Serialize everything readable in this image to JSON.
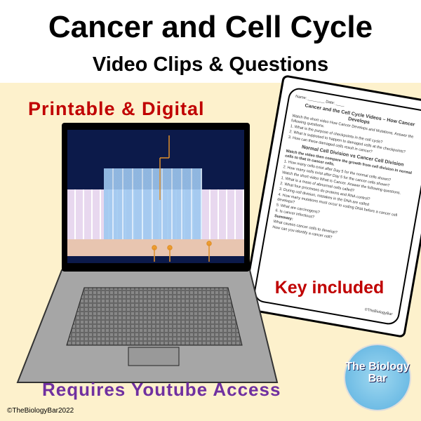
{
  "title": "Cancer and Cell Cycle",
  "subtitle": "Video Clips & Questions",
  "formats": "Printable & Digital",
  "worksheet": {
    "name_label": "Name:",
    "date_label": "Date:",
    "heading": "Cancer and the Cell Cycle Videos – How Cancer Develops",
    "intro": "Watch the short video How Cancer Develops and Mutations. Answer the following questions.",
    "q1": [
      "1. What is the purpose of checkpoints in the cell cycle?",
      "2. What is supposed to happen to damaged cells at the checkpoints?",
      "3. How can these damaged cells result in cancer?"
    ],
    "heading2": "Normal Cell Division vs Cancer Cell Division",
    "intro2": "Watch the video then compare the growth from cell division in normal cells to that in cancer cells.",
    "q2": [
      "1. How many cells exist after Day 5 for the normal cells shown?",
      "2. How many cells exist after Day 5 for the cancer cells shown?"
    ],
    "intro3": "Watch the short video What is Cancer. Answer the following questions.",
    "q3": [
      "1. What is a mass of abnormal cells called?",
      "2. What four processes do proteins and RNA control?",
      "3. During cell division, mistakes in the DNA are called",
      "4. How many mutations must occur to coding DNA before a cancer cell develops?",
      "5. What are carcinogens?",
      "6. Is cancer infectious?"
    ],
    "summary": "Summary:",
    "q4": [
      "What causes cancer cells to develop?",
      "How can you identify a cancer cell?"
    ],
    "footer": "©TheBiologyBar"
  },
  "key_note": "Key included",
  "requirement": "Requires Youtube Access",
  "copyright": "©TheBiologyBar2022",
  "logo_text": "The Biology Bar",
  "colors": {
    "red": "#c00000",
    "purple": "#7030a0",
    "background": "#fdf1cc"
  }
}
